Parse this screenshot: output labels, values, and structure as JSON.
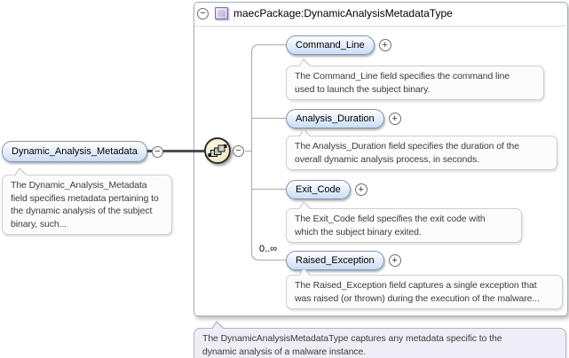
{
  "icons": {
    "minus": "−",
    "plus": "+"
  },
  "root": {
    "label": "Dynamic_Analysis_Metadata",
    "annotation": "The Dynamic_Analysis_Metadata\nfield specifies metadata pertaining to\nthe dynamic analysis of the subject\nbinary, such..."
  },
  "type_box": {
    "title": "maecPackage:DynamicAnalysisMetadataType",
    "compositor": "sequence",
    "annotation": "The DynamicAnalysisMetadataType captures any metadata specific to the\ndynamic analysis of a malware instance."
  },
  "children": [
    {
      "label": "Command_Line",
      "occurrence": "",
      "annotation": "The Command_Line field specifies the command line\nused to launch the subject binary."
    },
    {
      "label": "Analysis_Duration",
      "occurrence": "",
      "annotation": "The Analysis_Duration field specifies the duration of the\noverall dynamic analysis process, in seconds."
    },
    {
      "label": "Exit_Code",
      "occurrence": "",
      "annotation": "The Exit_Code field specifies the exit code with\nwhich the subject binary exited."
    },
    {
      "label": "Raised_Exception",
      "occurrence": "0..∞",
      "annotation": "The Raised_Exception field captures a single exception that\nwas raised (or thrown) during the execution of the malware..."
    }
  ],
  "colors": {
    "element_fill_bottom": "#cadef6",
    "element_border": "#8094b5",
    "compositor_fill": "#f4eecb",
    "type_icon_fill": "#cdbde6",
    "note_fill": "#fcfcfc",
    "footnote_fill": "#efeef6",
    "connector": "#b5b5b5",
    "trunk_line": "#4d4d4d"
  }
}
